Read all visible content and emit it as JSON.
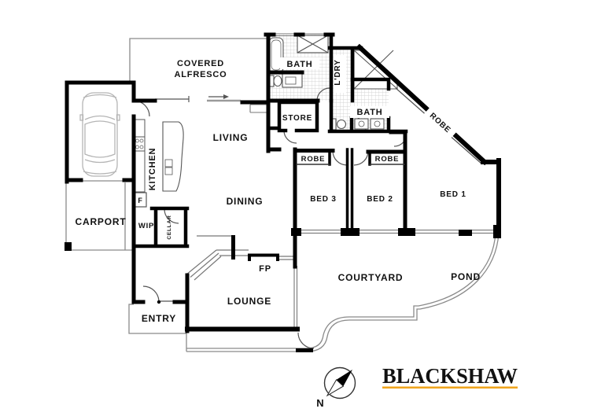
{
  "plan": {
    "rooms": {
      "alfresco_line1": "COVERED",
      "alfresco_line2": "ALFRESCO",
      "carport": "CARPORT",
      "kitchen": "KITCHEN",
      "living": "LIVING",
      "dining": "DINING",
      "bath_main": "BATH",
      "laundry": "L'DRY",
      "store": "STORE",
      "bath_second": "BATH",
      "robe_wall": "ROBE",
      "robe_bed3": "ROBE",
      "robe_bed2": "ROBE",
      "bed1": "BED 1",
      "bed2": "BED 2",
      "bed3": "BED 3",
      "wip": "WIP",
      "cellar": "CELLAR",
      "fridge": "F",
      "fireplace": "FP",
      "lounge": "LOUNGE",
      "entry": "ENTRY",
      "courtyard": "COURTYARD",
      "pond": "POND"
    },
    "compass": {
      "north_label": "N"
    },
    "brand": {
      "name": "BLACKSHAW",
      "color": "#2b3a96",
      "underline_color": "#f0a51e"
    },
    "colors": {
      "wall": "#000000",
      "tile_line": "#c9c9c9",
      "thin_line": "#8a8a8a"
    }
  }
}
